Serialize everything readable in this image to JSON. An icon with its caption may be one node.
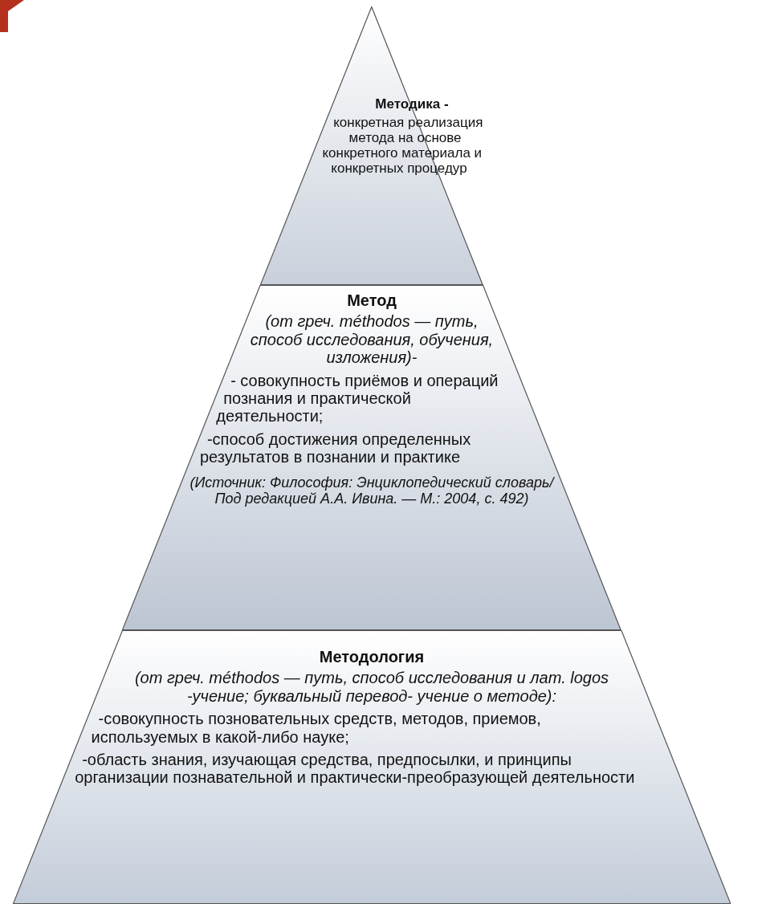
{
  "diagram": {
    "nodes": [
      {
        "text": [
          "Методика -",
          "конкретная реализация метода на основе конкретного материала и конкретных процедур"
        ]
      },
      {
        "text": [
          "Метод",
          "(от греч. méthodos — путь, способ исследования, обучения, изложения)-",
          "- совокупность приёмов и операций познания и практической деятельности;",
          "-способ достижения определенных результатов в познании и практике",
          "(Источник: Философия: Энциклопедический словарь/ Под редакцией А.А. Ивина. — М.: 2004, с. 492)"
        ]
      },
      {
        "text": [
          "Методология",
          "(от греч. méthodos — путь, способ исследования и лат. logos -учение; буквальный перевод- учение о методе):",
          "-совокупность позновательных средств, методов, приемов, используемых в какой-либо науке;",
          "-область знания, изучающая средства, предпосылки, и принципы организации познавательной и практически-преобразующей деятельности"
        ]
      }
    ]
  }
}
